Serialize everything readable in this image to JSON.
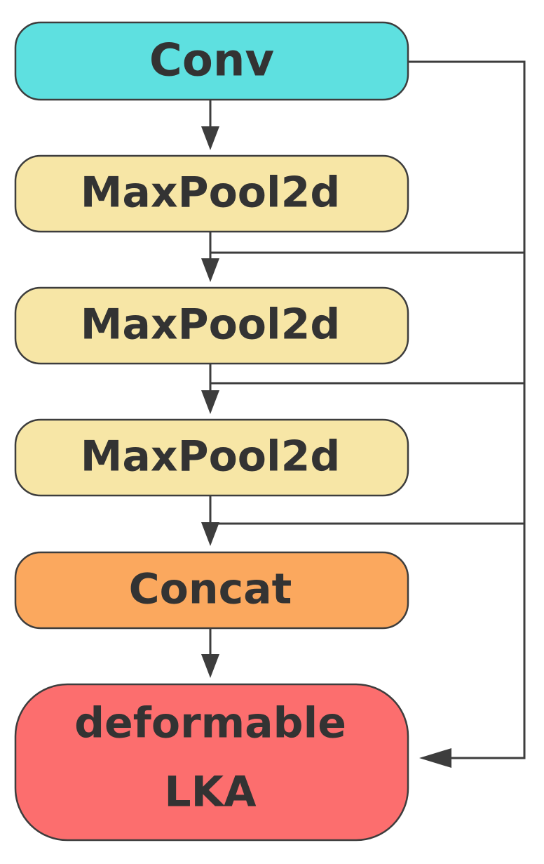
{
  "nodes": {
    "conv": {
      "label": "Conv",
      "color": "#5ee0e0"
    },
    "maxpool_1": {
      "label": "MaxPool2d",
      "color": "#f7e6a6"
    },
    "maxpool_2": {
      "label": "MaxPool2d",
      "color": "#f7e6a6"
    },
    "maxpool_3": {
      "label": "MaxPool2d",
      "color": "#f7e6a6"
    },
    "concat": {
      "label": "Concat",
      "color": "#fba85e"
    },
    "dlka": {
      "label_line1": "deformable",
      "label_line2": "LKA",
      "color": "#fc6e6e"
    }
  },
  "edges": [
    {
      "from": "conv",
      "to": "maxpool_1"
    },
    {
      "from": "maxpool_1",
      "to": "maxpool_2"
    },
    {
      "from": "maxpool_2",
      "to": "maxpool_3"
    },
    {
      "from": "maxpool_3",
      "to": "concat"
    },
    {
      "from": "concat",
      "to": "dlka"
    },
    {
      "from": "conv",
      "to": "maxpool_2",
      "style": "skip"
    },
    {
      "from": "conv",
      "to": "maxpool_3",
      "style": "skip"
    },
    {
      "from": "conv",
      "to": "concat",
      "style": "skip"
    },
    {
      "from": "conv",
      "to": "dlka",
      "style": "skip"
    }
  ]
}
